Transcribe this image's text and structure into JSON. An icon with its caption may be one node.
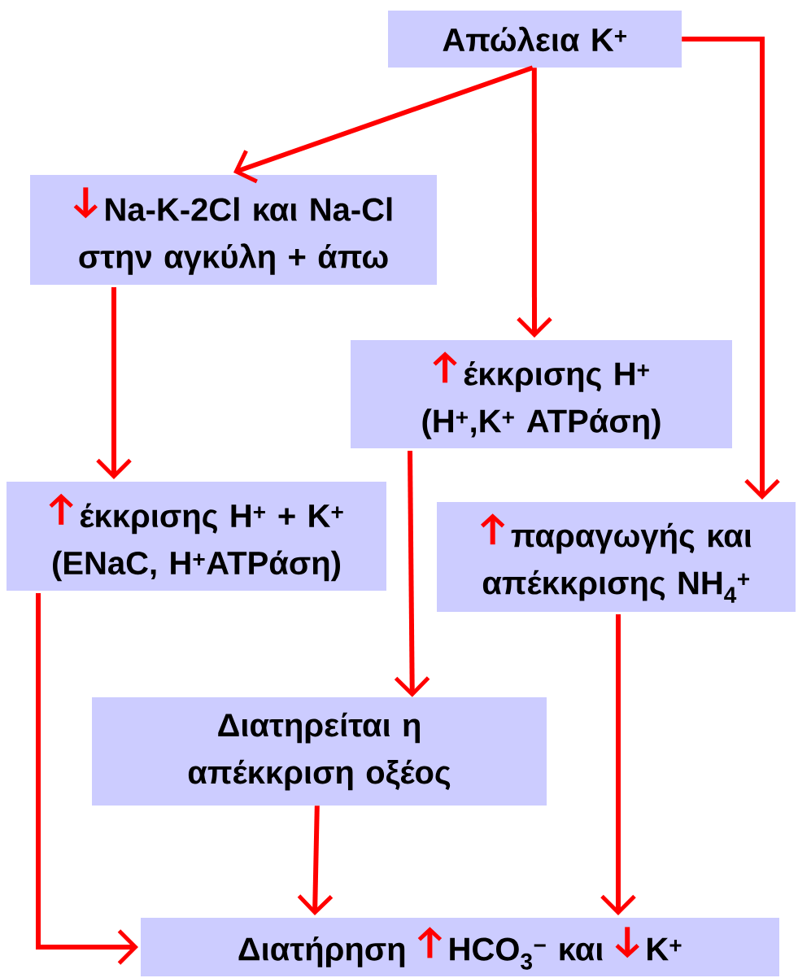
{
  "diagram": {
    "nodes": [
      {
        "text": [
          "Απώλεια K$^{+}$"
        ]
      },
      {
        "text": [
          "Na-K-2Cl και Na-Cl στην αγκύλη + άπω"
        ]
      },
      {
        "text": [
          "έκκρισης H$^{+}$ (H$^{+}$,K$^{+}$ ATPάση)"
        ]
      },
      {
        "text": [
          "έκκρισης H$^{+}$ + K$^{+}$ (ENaC, H$^{+}$ATPάση)"
        ]
      },
      {
        "text": [
          "παραγωγής και απέκκρισης NH$_{4}$$^{+}$"
        ]
      },
      {
        "text": [
          "Διατηρείται η απέκκριση οξέος"
        ]
      },
      {
        "text": [
          "Διατήρηση",
          "HCO$_{3}$$^{−}$ και",
          "K$^{+}$"
        ]
      }
    ],
    "edges": [
      {
        "from": 0,
        "to": 1,
        "arrow": "to"
      },
      {
        "from": 0,
        "to": 2,
        "arrow": "to"
      },
      {
        "from": 0,
        "to": 4,
        "arrow": "to"
      },
      {
        "from": 1,
        "to": 3,
        "arrow": "to"
      },
      {
        "from": 2,
        "to": 5,
        "arrow": "to"
      },
      {
        "from": 3,
        "to": 6,
        "arrow": "to"
      },
      {
        "from": 5,
        "to": 6,
        "arrow": "to"
      },
      {
        "from": 4,
        "to": 6,
        "arrow": "to"
      }
    ]
  }
}
